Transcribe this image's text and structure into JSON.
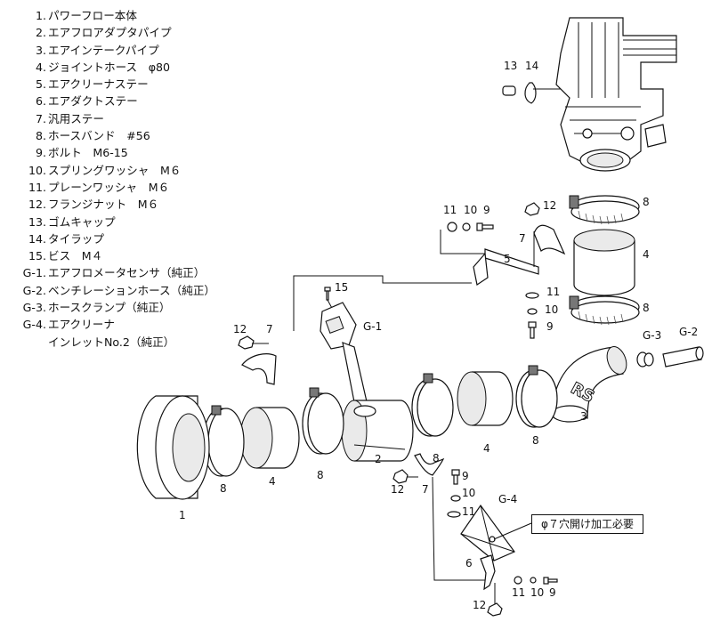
{
  "legend": [
    {
      "num": "1.",
      "text": "パワーフロー本体"
    },
    {
      "num": "2.",
      "text": "エアフロアダプタパイプ"
    },
    {
      "num": "3.",
      "text": "エアインテークパイプ"
    },
    {
      "num": "4.",
      "text": "ジョイントホース　φ80"
    },
    {
      "num": "5.",
      "text": "エアクリーナステー"
    },
    {
      "num": "6.",
      "text": "エアダクトステー"
    },
    {
      "num": "7.",
      "text": "汎用ステー"
    },
    {
      "num": "8.",
      "text": "ホースバンド　#56"
    },
    {
      "num": "9.",
      "text": "ボルト　M6-15"
    },
    {
      "num": "10.",
      "text": "スプリングワッシャ　M６"
    },
    {
      "num": "11.",
      "text": "プレーンワッシャ　M６"
    },
    {
      "num": "12.",
      "text": "フランジナット　M６"
    },
    {
      "num": "13.",
      "text": "ゴムキャップ"
    },
    {
      "num": "14.",
      "text": "タイラップ"
    },
    {
      "num": "15.",
      "text": "ビス　M４"
    },
    {
      "num": "G-1.",
      "text": "エアフロメータセンサ（純正）"
    },
    {
      "num": "G-2.",
      "text": "ベンチレーションホース（純正）"
    },
    {
      "num": "G-3.",
      "text": "ホースクランプ（純正）"
    },
    {
      "num": "G-4.",
      "text": "エアクリーナ"
    },
    {
      "num": "",
      "text": "インレットNo.2（純正）"
    }
  ],
  "callouts": {
    "c13": "13",
    "c14": "14",
    "c12a": "12",
    "c11a": "11",
    "c10a": "10",
    "c9a": "9",
    "c7a": "7",
    "c5": "5",
    "c8a": "8",
    "c4a": "4",
    "c11b": "11",
    "c10b": "10",
    "c9b": "9",
    "c8b": "8",
    "c15": "15",
    "cg1": "G-1",
    "c12b": "12",
    "c7b": "7",
    "cg3": "G-3",
    "cg2": "G-2",
    "c3": "3",
    "c8c": "8",
    "c4b": "4",
    "c8d": "8",
    "c2": "2",
    "c8e": "8",
    "c4c": "4",
    "c8f": "8",
    "c1": "1",
    "c9c": "9",
    "c10c": "10",
    "c11c": "11",
    "cg4": "G-4",
    "c12c": "12",
    "c7c": "7",
    "c6": "6",
    "c11d": "11",
    "c10d": "10",
    "c9d": "9",
    "c12d": "12"
  },
  "logo_text": "RS",
  "note": "φ７穴開け加工必要"
}
